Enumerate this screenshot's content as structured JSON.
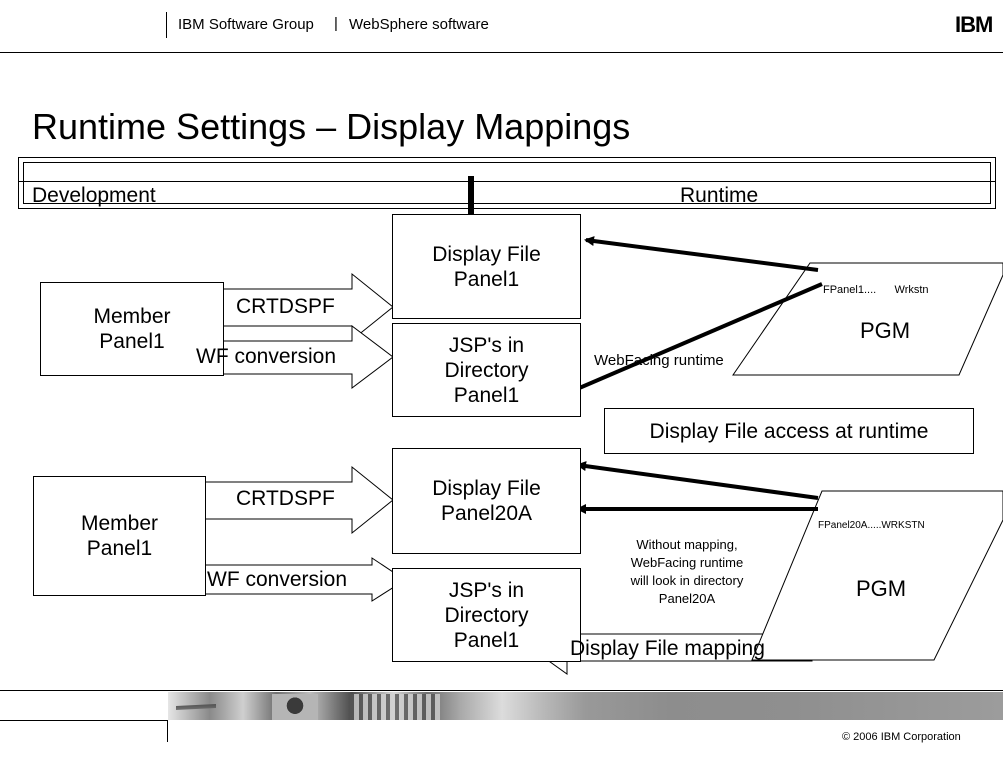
{
  "header": {
    "group": "IBM Software Group",
    "separator": "|",
    "product": "WebSphere software",
    "logo": "IBM"
  },
  "title": "Runtime Settings – Display Mappings",
  "timeline": {
    "left_label": "Development",
    "right_label": "Runtime"
  },
  "top_flow": {
    "member": [
      "Member",
      "Panel1"
    ],
    "crtdspf": "CRTDSPF",
    "wf_conversion": "WF conversion",
    "display_file": [
      "Display File",
      "Panel1"
    ],
    "jsp": [
      "JSP's in",
      "Directory",
      "Panel1"
    ],
    "pgm_header": "FPanel1....      Wrkstn",
    "pgm": "PGM",
    "runtime_label": "WebFacing runtime",
    "access_label": "Display File access at runtime"
  },
  "bottom_flow": {
    "member": [
      "Member",
      "Panel1"
    ],
    "crtdspf": "CRTDSPF",
    "wf_conversion": "WF conversion",
    "display_file": [
      "Display File",
      "Panel20A"
    ],
    "jsp": [
      "JSP's in",
      "Directory",
      "Panel1"
    ],
    "pgm_header": "FPanel20A.....WRKSTN",
    "pgm": "PGM",
    "note": [
      "Without mapping,",
      "WebFacing runtime",
      "will look in directory",
      "Panel20A"
    ],
    "mapping_label": "Display File mapping"
  },
  "footer": {
    "copyright": "© 2006 IBM Corporation"
  }
}
